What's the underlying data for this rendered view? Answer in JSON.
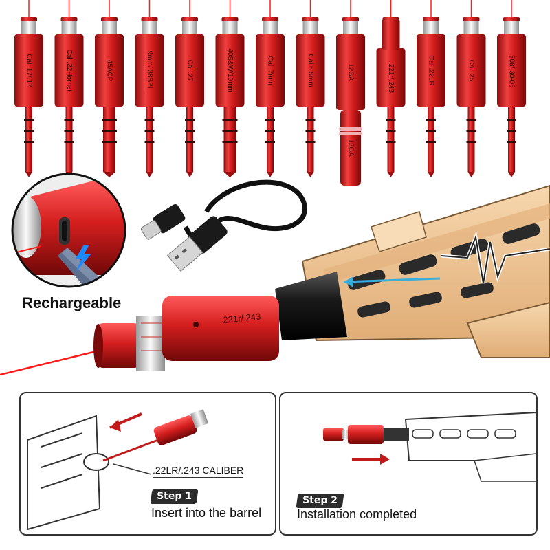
{
  "colors": {
    "laser_red": "#ff1a1a",
    "body_red": "#d92020",
    "rail_tan": "#f2c898",
    "barrel_black": "#1c1c1c"
  },
  "calibers": [
    {
      "label": "Cal .17/.17"
    },
    {
      "label": "Cal .22Hornet"
    },
    {
      "label": "45ACP"
    },
    {
      "label": "9mm/.38SPL"
    },
    {
      "label": "Cal .27"
    },
    {
      "label": "40S&W/10mm"
    },
    {
      "label": "Cal .7mm"
    },
    {
      "label": "Cal 6.5mm"
    },
    {
      "label": "12GA"
    },
    {
      "label": ".221r/.243"
    },
    {
      "label": "Cal .22LR"
    },
    {
      "label": "Cal .25"
    },
    {
      "label": ".308/.30-06"
    }
  ],
  "shotgun_lower_label": "12GA",
  "rechargeable_label": "Rechargeable",
  "main_device_label": "221r/.243",
  "step1": {
    "badge": "Step 1",
    "text": "Insert into the barrel",
    "caliber_note": ".22LR/.243 CALIBER"
  },
  "step2": {
    "badge": "Step 2",
    "text": "Installation completed"
  },
  "icons": {
    "usb": "usb-cable-icon",
    "charge": "lightning-icon"
  }
}
